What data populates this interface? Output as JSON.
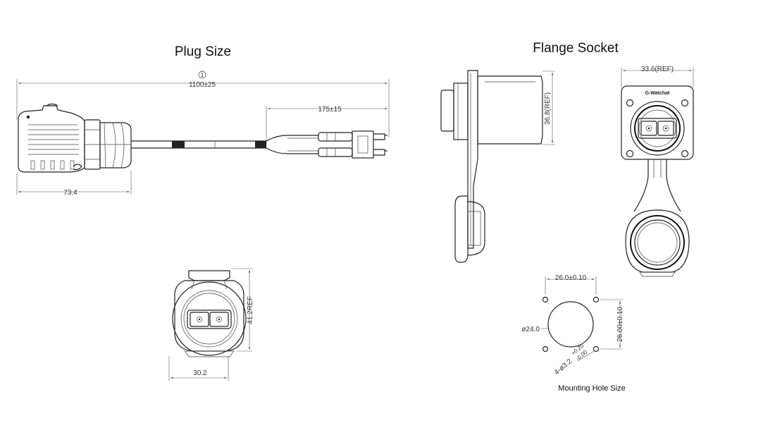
{
  "titles": {
    "plug": "Plug Size",
    "flange": "Flange  Socket",
    "mounting": "Mounting Hole Size"
  },
  "plug_dims": {
    "marker": "1",
    "total_length": "1100±25",
    "breakout_length": "175±15",
    "body_length": "73.4",
    "front_height": "41.2REF",
    "front_width": "30.2"
  },
  "socket_dims": {
    "height": "36.8(REF)",
    "width": "33.6(REF)",
    "logo": "G-Watchat"
  },
  "mounting_dims": {
    "hole_spacing_h": "26.0±0.10",
    "hole_spacing_v": "26.00±0.10",
    "center_hole": "ø24.0",
    "holes_main": "4-ø3.2",
    "holes_tol_upper": "+0.20",
    "holes_tol_lower": "-0.00"
  }
}
